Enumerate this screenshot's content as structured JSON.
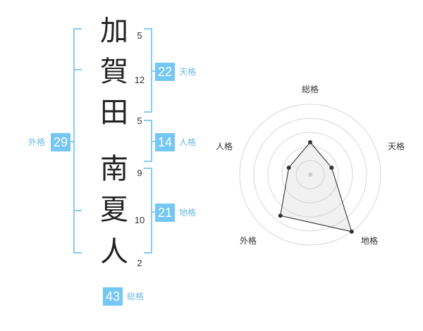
{
  "name": {
    "surname": [
      {
        "char": "加",
        "strokes": "5"
      },
      {
        "char": "賀",
        "strokes": "12"
      },
      {
        "char": "田",
        "strokes": "5"
      }
    ],
    "given": [
      {
        "char": "南",
        "strokes": "9"
      },
      {
        "char": "夏",
        "strokes": "10"
      },
      {
        "char": "人",
        "strokes": "2"
      }
    ]
  },
  "fortunes": {
    "tenkaku": {
      "value": "22",
      "label": "天格"
    },
    "jinkaku": {
      "value": "14",
      "label": "人格"
    },
    "chikaku": {
      "value": "21",
      "label": "地格"
    },
    "gaikaku": {
      "value": "29",
      "label": "外格"
    },
    "soukaku": {
      "value": "43",
      "label": "総格"
    }
  },
  "colors": {
    "accent": "#74c7f2",
    "bracket": "#88ccee",
    "label": "#6cbbe3"
  },
  "radar": {
    "axes": [
      "総格",
      "天格",
      "地格",
      "外格",
      "人格"
    ],
    "levels": 5,
    "values": [
      2.3,
      1.6,
      5,
      3.6,
      1.6
    ],
    "max": 5
  }
}
